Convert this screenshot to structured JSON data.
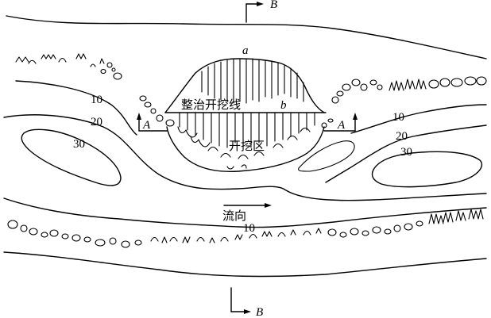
{
  "section_labels": {
    "a": "A",
    "b": "B"
  },
  "point_labels": {
    "a": "a",
    "b": "b"
  },
  "excavation_line_label": "整治开挖线",
  "excavation_zone_label": "开挖区",
  "flow_direction_label": "流向",
  "contours": {
    "c10_top": "10",
    "c20_left": "20",
    "c30_left": "30",
    "c10_right": "10",
    "c20_right": "20",
    "c30_right": "30",
    "c10_bottom": "10"
  }
}
